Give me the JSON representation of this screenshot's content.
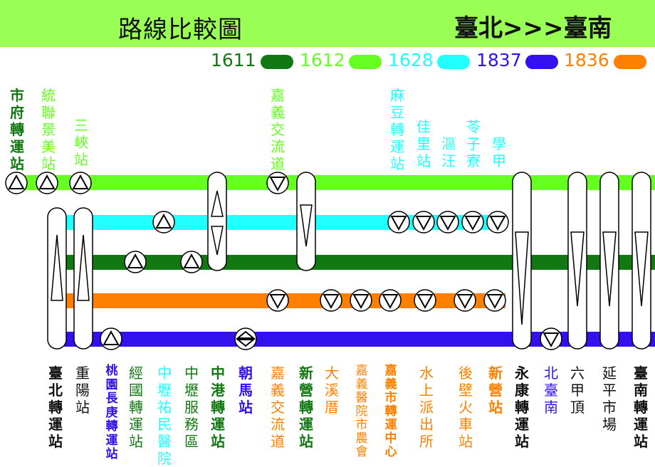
{
  "header": {
    "title": "路線比較圖",
    "route": "臺北>>>臺南",
    "bg": "#99ff55"
  },
  "legend": [
    {
      "name": "1611",
      "color": "#127812"
    },
    {
      "name": "1612",
      "color": "#66ff22"
    },
    {
      "name": "1628",
      "color": "#22ffff"
    },
    {
      "name": "1837",
      "color": "#3311ee"
    },
    {
      "name": "1836",
      "color": "#ff8000"
    }
  ],
  "top_stops": [
    {
      "name": "市府轉運站",
      "color": "#127812",
      "bold": true
    },
    {
      "name": "統聯景美站",
      "color": "#66ff22",
      "bold": false
    },
    {
      "name": "三峽站",
      "color": "#66ff22",
      "bold": false
    },
    {
      "name": "嘉義交流道",
      "color": "#66ff22",
      "bold": false
    },
    {
      "name": "麻豆轉運站",
      "color": "#22ffff",
      "bold": false
    },
    {
      "name": "佳里站",
      "color": "#22ffff",
      "bold": false
    },
    {
      "name": "漚汪",
      "color": "#22ffff",
      "bold": false
    },
    {
      "name": "苓子寮",
      "color": "#22ffff",
      "bold": false
    },
    {
      "name": "學甲",
      "color": "#22ffff",
      "bold": false
    }
  ],
  "bottom_stops": [
    {
      "name": "臺北轉運站",
      "color": "#111111",
      "bold": true
    },
    {
      "name": "重陽站",
      "color": "#111111",
      "bold": false
    },
    {
      "name": "桃園長庚轉運站",
      "color": "#3311ee",
      "bold": true
    },
    {
      "name": "經國轉運站",
      "color": "#127812",
      "bold": false
    },
    {
      "name": "中壢祐民醫院",
      "color": "#22ffff",
      "bold": false
    },
    {
      "name": "中壢服務區",
      "color": "#127812",
      "bold": false
    },
    {
      "name": "中港轉運站",
      "color": "#127812",
      "bold": true
    },
    {
      "name": "朝馬站",
      "color": "#3311ee",
      "bold": true
    },
    {
      "name": "嘉義交流道",
      "color": "#ff8000",
      "bold": false
    },
    {
      "name": "新營轉運站",
      "color": "#127812",
      "bold": true
    },
    {
      "name": "大溪厝",
      "color": "#ff8000",
      "bold": false
    },
    {
      "name": "嘉義醫院市農會",
      "color": "#ff8000",
      "bold": false
    },
    {
      "name": "嘉義市轉運中心",
      "color": "#ff8000",
      "bold": true
    },
    {
      "name": "水上派出所",
      "color": "#ff8000",
      "bold": false
    },
    {
      "name": "後壁火車站",
      "color": "#ff8000",
      "bold": false
    },
    {
      "name": "新營站",
      "color": "#ff8000",
      "bold": true
    },
    {
      "name": "永康轉運站",
      "color": "#111111",
      "bold": true
    },
    {
      "name": "北臺南",
      "color": "#3311ee",
      "bold": false
    },
    {
      "name": "六甲頂",
      "color": "#111111",
      "bold": false
    },
    {
      "name": "延平市場",
      "color": "#111111",
      "bold": false
    },
    {
      "name": "臺南轉運站",
      "color": "#111111",
      "bold": true
    }
  ]
}
